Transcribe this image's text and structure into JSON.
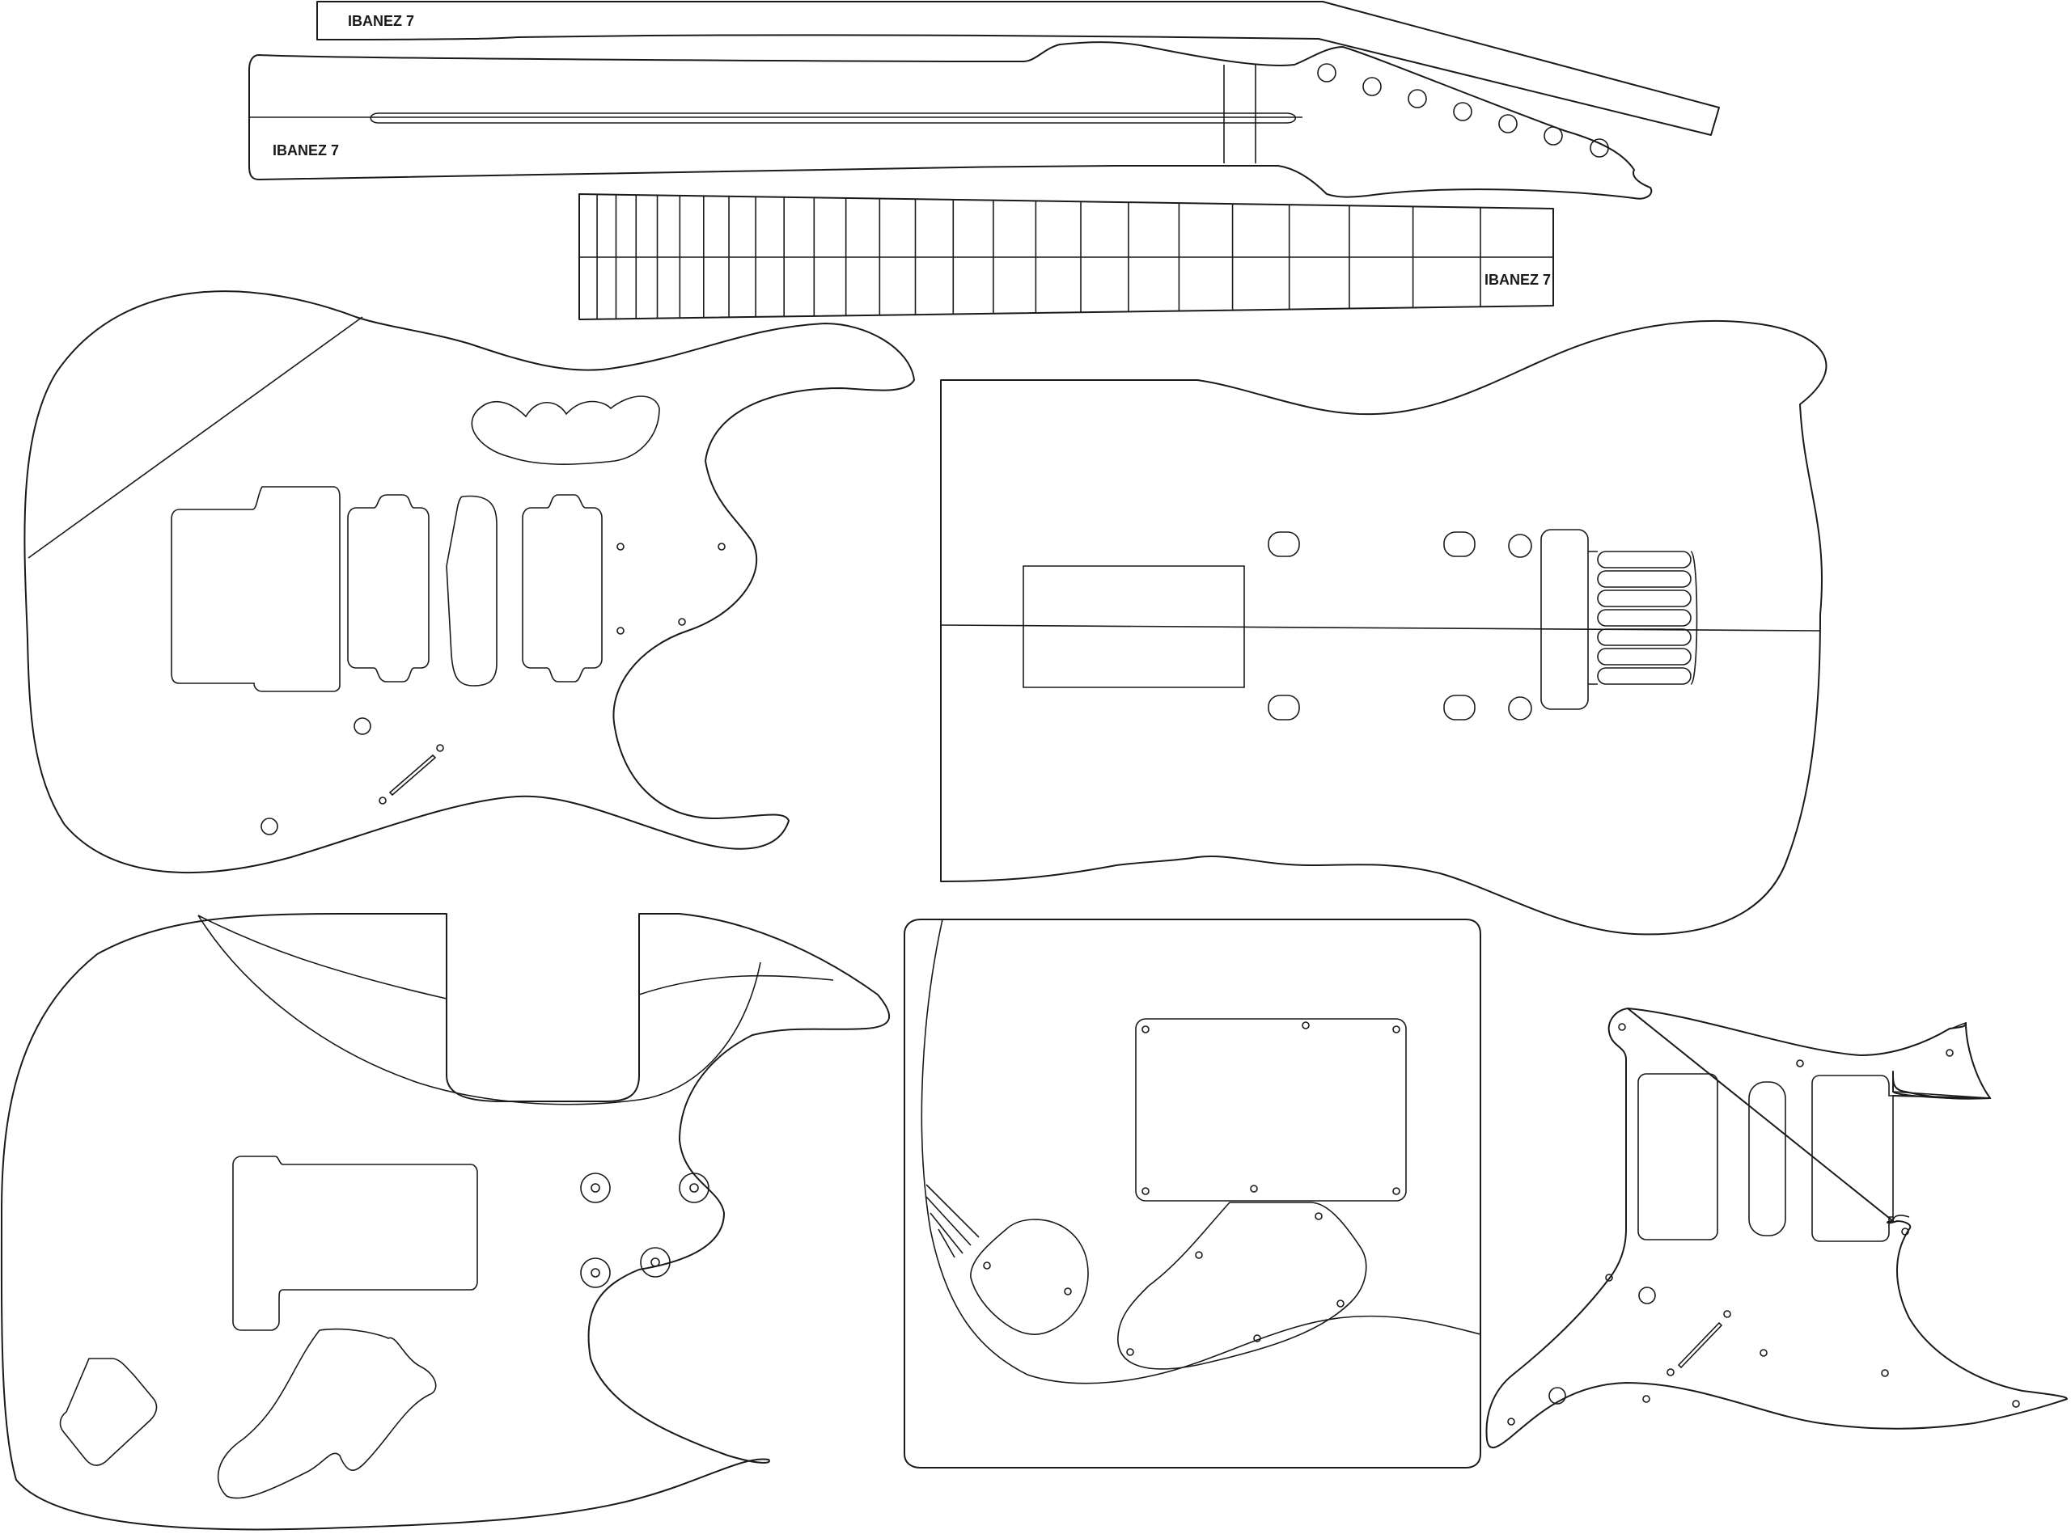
{
  "labels": {
    "neck_side": "IBANEZ 7",
    "neck_top": "IBANEZ 7",
    "fretboard": "IBANEZ 7"
  },
  "fretboard": {
    "frets": 24
  },
  "headstock": {
    "tuners": 7
  },
  "colors": {
    "line": "#1a1a1a",
    "background": "#ffffff"
  }
}
